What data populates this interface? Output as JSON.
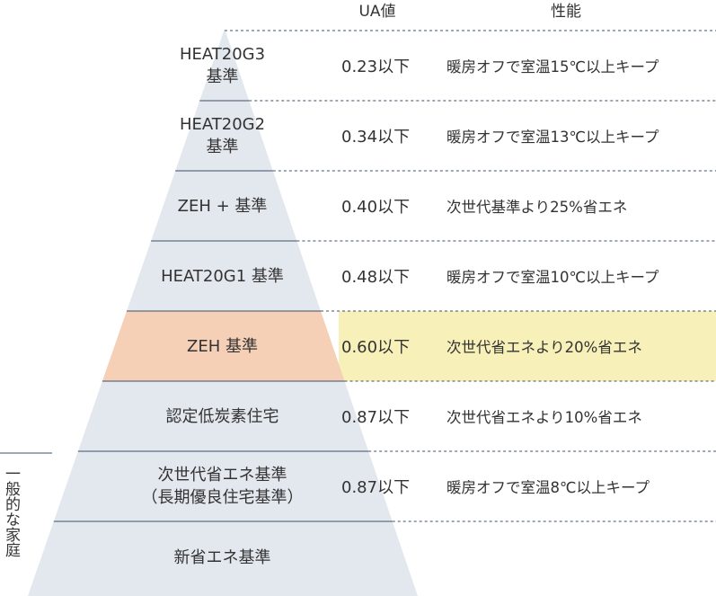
{
  "headers": {
    "ua": "UA値",
    "performance": "性能"
  },
  "levels": [
    {
      "name": "HEAT20G3\n基準",
      "ua": "0.23以下",
      "performance": "暖房オフで室温15℃以上キープ"
    },
    {
      "name": "HEAT20G2\n基準",
      "ua": "0.34以下",
      "performance": "暖房オフで室温13℃以上キープ"
    },
    {
      "name": "ZEH + 基準",
      "ua": "0.40以下",
      "performance": "次世代基準より25%省エネ"
    },
    {
      "name": "HEAT20G1 基準",
      "ua": "0.48以下",
      "performance": "暖房オフで室温10℃以上キープ"
    },
    {
      "name": "ZEH 基準",
      "ua": "0.60以下",
      "performance": "次世代省エネより20%省エネ",
      "highlight": true
    },
    {
      "name": "認定低炭素住宅",
      "ua": "0.87以下",
      "performance": "次世代省エネより10%省エネ"
    },
    {
      "name": "次世代省エネ基準\n（長期優良住宅基準）",
      "ua": "0.87以下",
      "performance": "暖房オフで室温8℃以上キープ"
    },
    {
      "name": "新省エネ基準",
      "ua": "",
      "performance": ""
    }
  ],
  "side_label": "一般的な家庭",
  "colors": {
    "pyramid": "#e3e7ee",
    "highlight_level": "#f6d0b6",
    "highlight_row": "#f7f0b8",
    "divider": "#3d4f6a"
  }
}
